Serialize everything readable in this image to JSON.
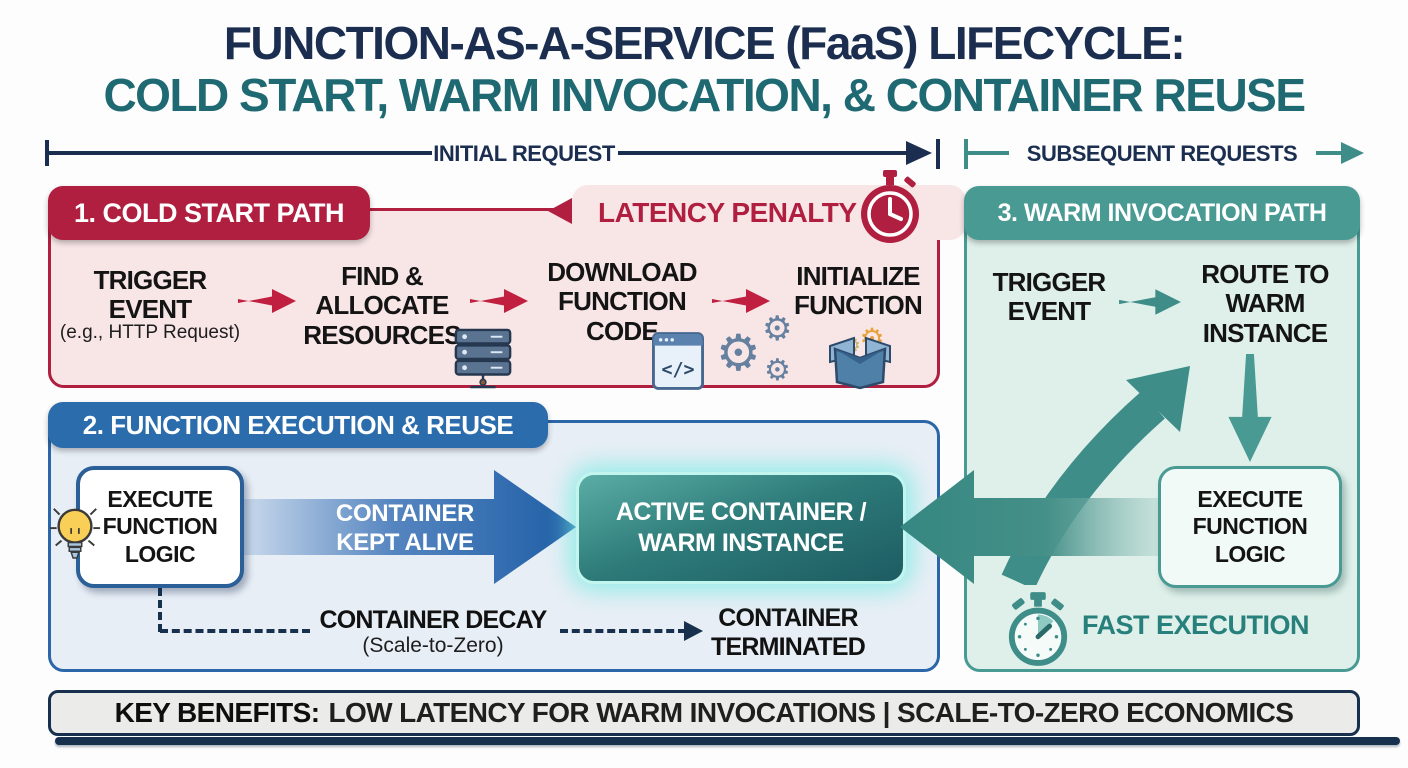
{
  "title": {
    "line1": "FUNCTION-AS-A-SERVICE (FaaS) LIFECYCLE:",
    "line2": "COLD START, WARM INVOCATION, & CONTAINER REUSE"
  },
  "timeline": {
    "initial": "INITIAL REQUEST",
    "subsequent": "SUBSEQUENT REQUESTS"
  },
  "cold_start": {
    "header": "1. COLD START PATH",
    "latency": "LATENCY PENALTY",
    "step1_title": "TRIGGER\nEVENT",
    "step1_sub": "(e.g., HTTP Request)",
    "step2_title": "FIND &\nALLOCATE\nRESOURCES",
    "step3_title": "DOWNLOAD\nFUNCTION\nCODE",
    "step4_title": "INITIALIZE\nFUNCTION"
  },
  "execution": {
    "header": "2. FUNCTION EXECUTION & REUSE",
    "execute": "EXECUTE\nFUNCTION\nLOGIC",
    "kept_alive": "CONTAINER\nKEPT ALIVE",
    "active": "ACTIVE CONTAINER /\nWARM INSTANCE",
    "decay": "CONTAINER DECAY",
    "decay_sub": "(Scale-to-Zero)",
    "terminated": "CONTAINER\nTERMINATED"
  },
  "warm": {
    "header": "3. WARM INVOCATION PATH",
    "trigger": "TRIGGER\nEVENT",
    "route": "ROUTE TO\nWARM\nINSTANCE",
    "execute": "EXECUTE\nFUNCTION\nLOGIC",
    "fast": "FAST EXECUTION"
  },
  "benefits": {
    "prefix": "KEY BENEFITS:",
    "rest": "LOW LATENCY FOR WARM INVOCATIONS | SCALE-TO-ZERO ECONOMICS"
  },
  "icons": {
    "gear_char": "⚙",
    "code_glyph": "</>",
    "latency_stopwatch": "stopwatch-icon",
    "fast_stopwatch": "stopwatch-icon",
    "bulb": "lightbulb-icon",
    "server": "server-rack-icon",
    "package_box": "open-box-icon"
  },
  "colors": {
    "navy": "#1c2e50",
    "teal_title": "#1f6a72",
    "crimson": "#b01f3f",
    "red_arrow": "#c01f40",
    "blue_header": "#2b6cac",
    "blue_arrow": "#1e5ea6",
    "teal": "#3f8d88",
    "teal_header": "#4a9a94",
    "active_glow": "#9ff0e8",
    "cold_bg": "#f8e6e7",
    "exec_bg": "#e8eef6",
    "warm_bg": "#dff0ea"
  }
}
